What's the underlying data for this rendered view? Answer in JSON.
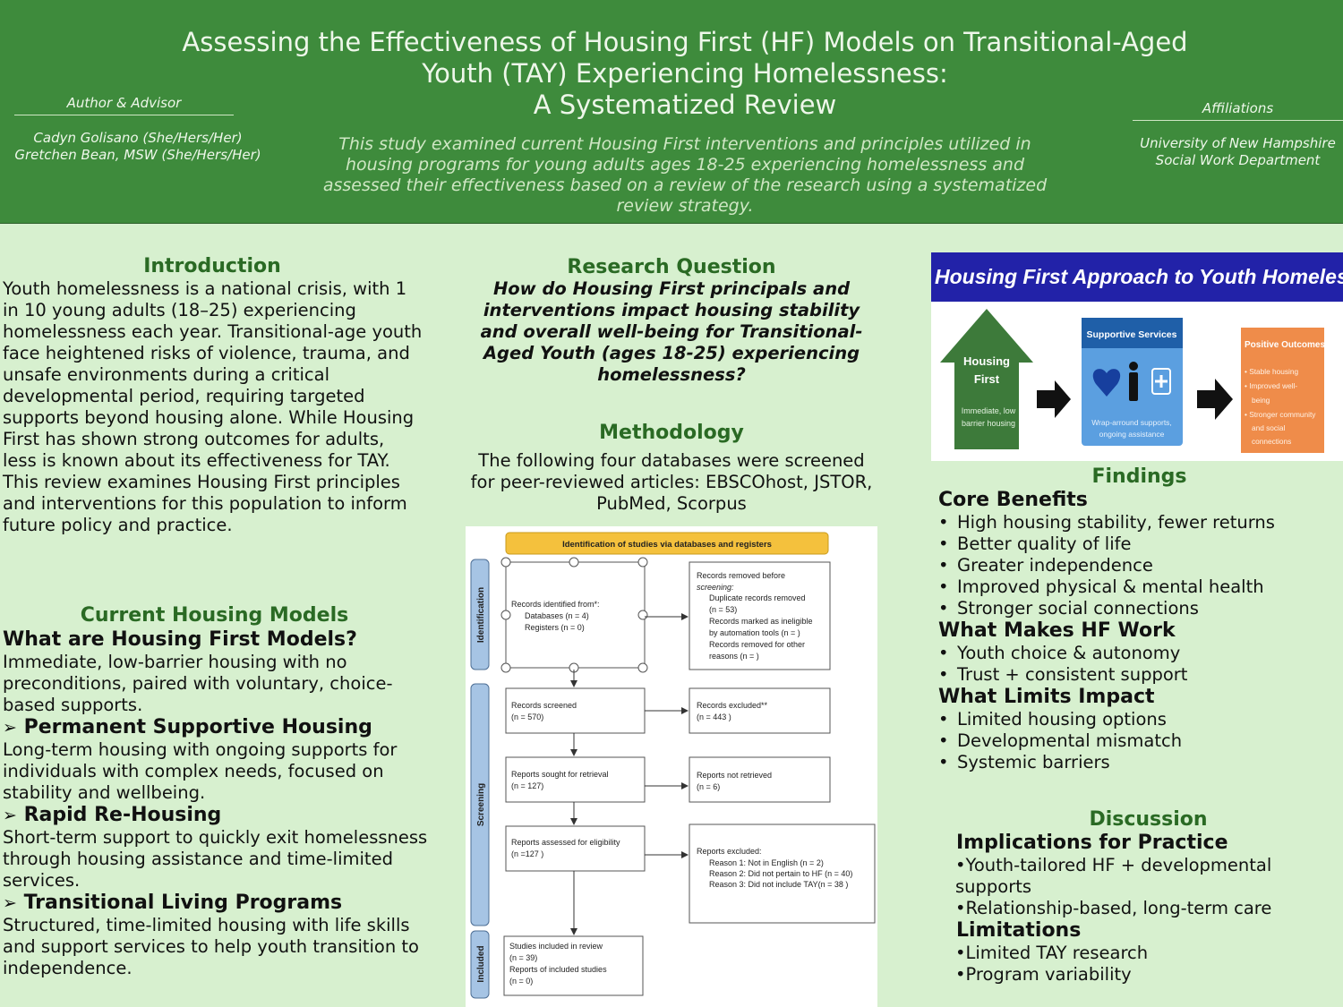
{
  "header": {
    "title_lines": [
      "Assessing the Effectiveness of Housing First (HF) Models on Transitional-Aged",
      "Youth (TAY) Experiencing Homelessness:",
      "A Systematized Review"
    ],
    "summary": "This study examined current Housing First interventions and principles utilized in housing programs for young adults ages 18-25 experiencing homelessness and assessed their effectiveness based on a review of the research using a systematized review strategy.",
    "author_heading": "Author & Advisor",
    "authors": [
      "Cadyn Golisano (She/Hers/Her)",
      "Gretchen Bean, MSW (She/Hers/Her)"
    ],
    "affiliations_heading": "Affiliations",
    "affiliations": [
      "University of New Hampshire",
      "Social Work Department"
    ]
  },
  "introduction": {
    "heading": "Introduction",
    "text": "Youth homelessness is a national crisis, with 1 in 10 young adults (18–25) experiencing homelessness each year. Transitional-age youth face heightened risks of violence, trauma, and unsafe environments during a critical developmental period, requiring targeted supports beyond housing alone. While Housing First has shown strong outcomes for adults, less is known about its effectiveness for TAY. This review examines Housing First principles and interventions for this population to inform future policy and practice."
  },
  "current_models": {
    "heading": "Current Housing Models",
    "what_heading": "What are Housing First Models?",
    "what_text": "Immediate, low-barrier housing with no preconditions, paired with voluntary, choice-based supports.",
    "models": [
      {
        "name": "Permanent Supportive Housing",
        "text": "Long-term housing with ongoing supports for individuals with complex needs, focused on stability and wellbeing."
      },
      {
        "name": "Rapid Re-Housing",
        "text": "Short-term support to quickly exit homelessness through housing assistance and time-limited services."
      },
      {
        "name": "Transitional Living Programs",
        "text": "Structured, time-limited housing with life skills and support services to help youth transition to independence."
      }
    ],
    "arrow_glyph": "➢"
  },
  "research_question": {
    "heading": "Research Question",
    "text": "How do Housing First principals and interventions impact housing stability and overall well-being for Transitional-Aged Youth (ages 18-25) experiencing homelessness?"
  },
  "methodology": {
    "heading": "Methodology",
    "text": "The following four databases were screened for peer-reviewed articles: EBSCOhost, JSTOR, PubMed, Scorpus"
  },
  "prisma": {
    "top_banner": "Identification of studies via databases and registers",
    "phases": [
      "Identification",
      "Screening",
      "Included"
    ],
    "identified": [
      "Records identified from*:",
      "Databases (n = 4)",
      "Registers (n = 0)"
    ],
    "removed": [
      "Records removed before",
      "screening:",
      "Duplicate records removed",
      "(n = 53)",
      "Records marked as ineligible",
      "by automation tools (n = )",
      "Records removed for other",
      "reasons (n = )"
    ],
    "screened": [
      "Records screened",
      "(n = 570)"
    ],
    "excluded": [
      "Records excluded**",
      "(n = 443 )"
    ],
    "sought": [
      "Reports sought for retrieval",
      "(n = 127)"
    ],
    "not_retrieved": [
      "Reports not retrieved",
      "(n = 6)"
    ],
    "assessed": [
      "Reports assessed for eligibility",
      "(n =127 )"
    ],
    "reports_excluded": [
      "Reports excluded:",
      "Reason 1: Not in English (n = 2)",
      "Reason 2: Did not pertain to HF (n = 40)",
      "Reason 3: Did not include TAY(n = 38 )"
    ],
    "included": [
      "Studies included in review",
      "(n = 39)",
      "Reports of included studies",
      "(n = 0)"
    ]
  },
  "infographic": {
    "banner": "Housing First Approach to Youth Homelessness",
    "house_title": [
      "Housing",
      "First"
    ],
    "house_sub": [
      "Immediate, low",
      "barrier housing"
    ],
    "services_title": "Supportive Services",
    "services_sub": [
      "Wrap-arround supports,",
      "ongoing assistance"
    ],
    "outcomes_title": "Positive Outcomes",
    "outcomes_items": [
      "• Stable housing",
      "• Improved well-",
      "being",
      "• Stronger community",
      "and social",
      "connections"
    ],
    "colors": {
      "banner": "#2222a8",
      "house": "#3d7a3a",
      "services_header": "#1f5fa8",
      "services_body": "#5b9fe0",
      "outcomes": "#ef8c4a"
    }
  },
  "findings": {
    "heading": "Findings",
    "groups": [
      {
        "title": "Core Benefits",
        "items": [
          "High housing stability, fewer returns",
          "Better quality of life",
          "Greater independence",
          "Improved physical & mental health",
          "Stronger social connections"
        ]
      },
      {
        "title": "What Makes HF Work",
        "items": [
          "Youth choice & autonomy",
          "Trust + consistent support"
        ]
      },
      {
        "title": "What Limits Impact",
        "items": [
          "Limited housing options",
          "Developmental mismatch",
          "Systemic barriers"
        ]
      }
    ]
  },
  "discussion": {
    "heading": "Discussion",
    "implications_title": "Implications for Practice",
    "implications": [
      "•Youth-tailored HF + developmental supports",
      "•Relationship-based, long-term care"
    ],
    "limitations_title": "Limitations",
    "limitations": [
      "•Limited TAY research",
      "•Program variability"
    ]
  }
}
